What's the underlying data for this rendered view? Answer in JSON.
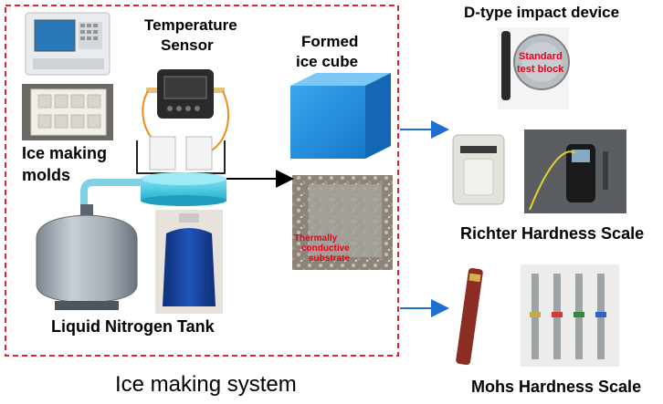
{
  "system": {
    "title": "Ice making system",
    "temperature_sensor_line1": "Temperature",
    "temperature_sensor_line2": "Sensor",
    "formed_ice_line1": "Formed",
    "formed_ice_line2": "ice cube",
    "molds_line1": "Ice making",
    "molds_line2": "molds",
    "tank_label": "Liquid Nitrogen Tank",
    "substrate_line1": "Thermally",
    "substrate_line2": "conductive",
    "substrate_line3": "substrate"
  },
  "devices": {
    "dtype_label": "D-type impact device",
    "block_line1": "Standard",
    "block_line2": "test block",
    "richter_label": "Richter Hardness Scale",
    "mohs_label": "Mohs Hardness Scale"
  },
  "colors": {
    "border_red": "#e8212a",
    "arrow_blue": "#1f6fd0",
    "ice_blue": "#1e8fe0",
    "text_red": "#e8001c"
  }
}
